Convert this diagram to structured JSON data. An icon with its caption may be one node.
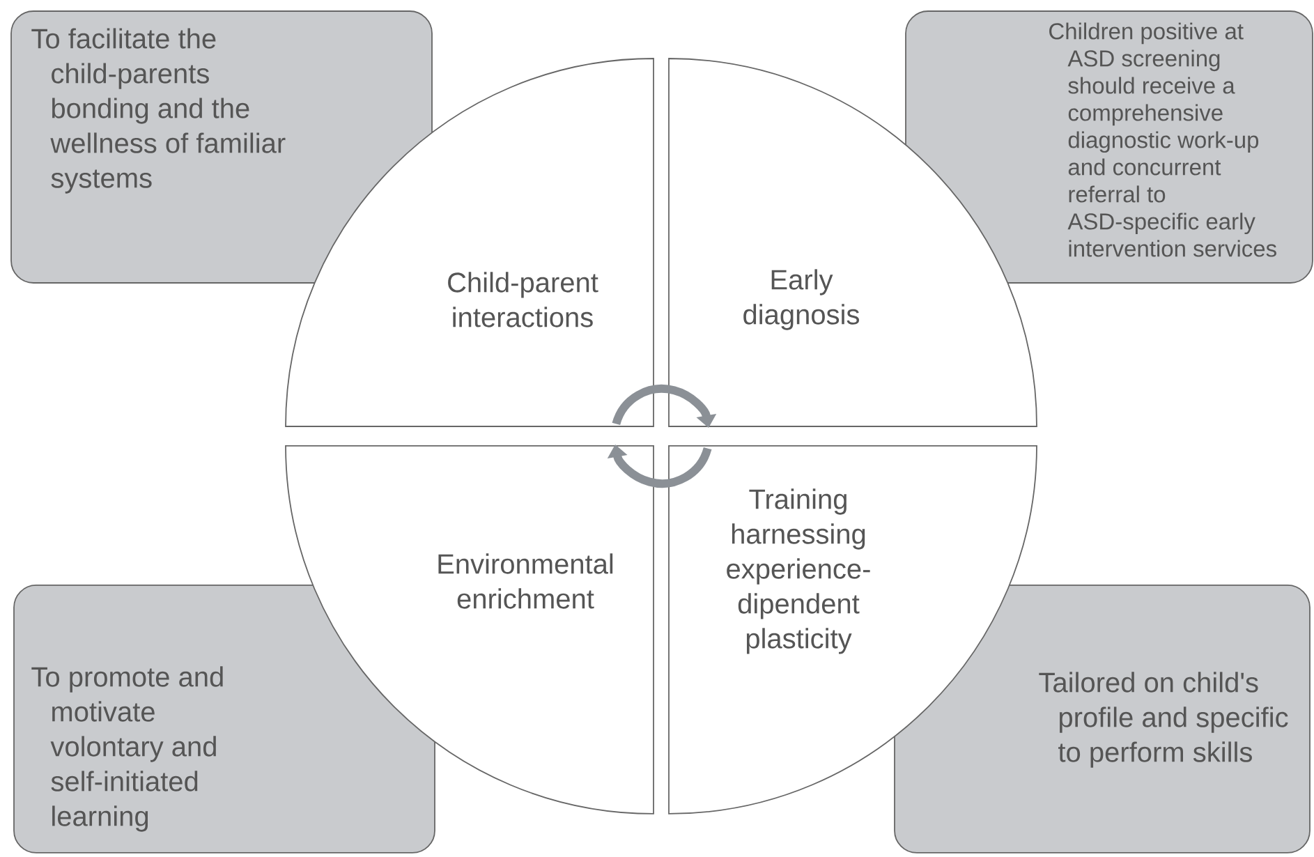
{
  "diagram": {
    "nodes": [
      {
        "text": [
          "To facilitate the child-parents bonding and the wellness of familiar systems"
        ]
      },
      {
        "text": [
          "Children positive at ASD screening should receive a comprehensive diagnostic work-up and concurrent referral to ASD-specific early intervention services"
        ]
      },
      {
        "text": [
          "Child-parent interactions"
        ]
      },
      {
        "text": [
          "Early diagnosis"
        ]
      },
      {
        "text": [
          "Environmental enrichment"
        ]
      },
      {
        "text": [
          "Training harnessing experience-dipendent plasticity"
        ]
      },
      {
        "text": [
          "To promote and motivate volontary and self-initiated learning"
        ]
      },
      {
        "text": [
          "Tailored on child's profile and specific to perform skills"
        ]
      }
    ],
    "edges": [
      {
        "from": 2,
        "to": 3,
        "arrow": "to"
      },
      {
        "from": 5,
        "to": 4,
        "arrow": "to"
      }
    ]
  }
}
